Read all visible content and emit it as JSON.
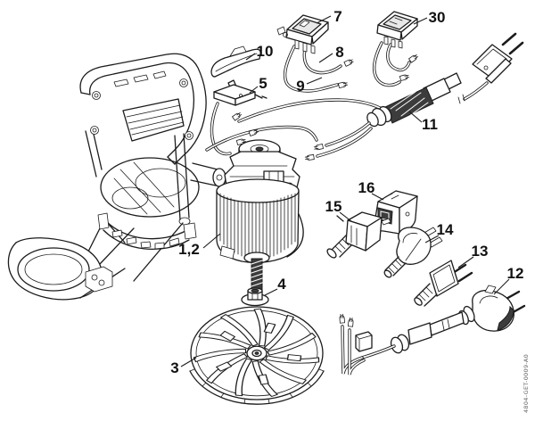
{
  "diagram": {
    "background": "#ffffff",
    "line_color": "#1c1c1c",
    "watermark": "4804-GET-0009-A0",
    "callouts": {
      "c1_2": {
        "text": "1,2"
      },
      "c3": {
        "text": "3"
      },
      "c4": {
        "text": "4"
      },
      "c5": {
        "text": "5"
      },
      "c7": {
        "text": "7"
      },
      "c8": {
        "text": "8"
      },
      "c9": {
        "text": "9"
      },
      "c10": {
        "text": "10"
      },
      "c11": {
        "text": "11"
      },
      "c12": {
        "text": "12"
      },
      "c13": {
        "text": "13"
      },
      "c14": {
        "text": "14"
      },
      "c15": {
        "text": "15"
      },
      "c16": {
        "text": "16"
      },
      "c30": {
        "text": "30"
      }
    }
  }
}
